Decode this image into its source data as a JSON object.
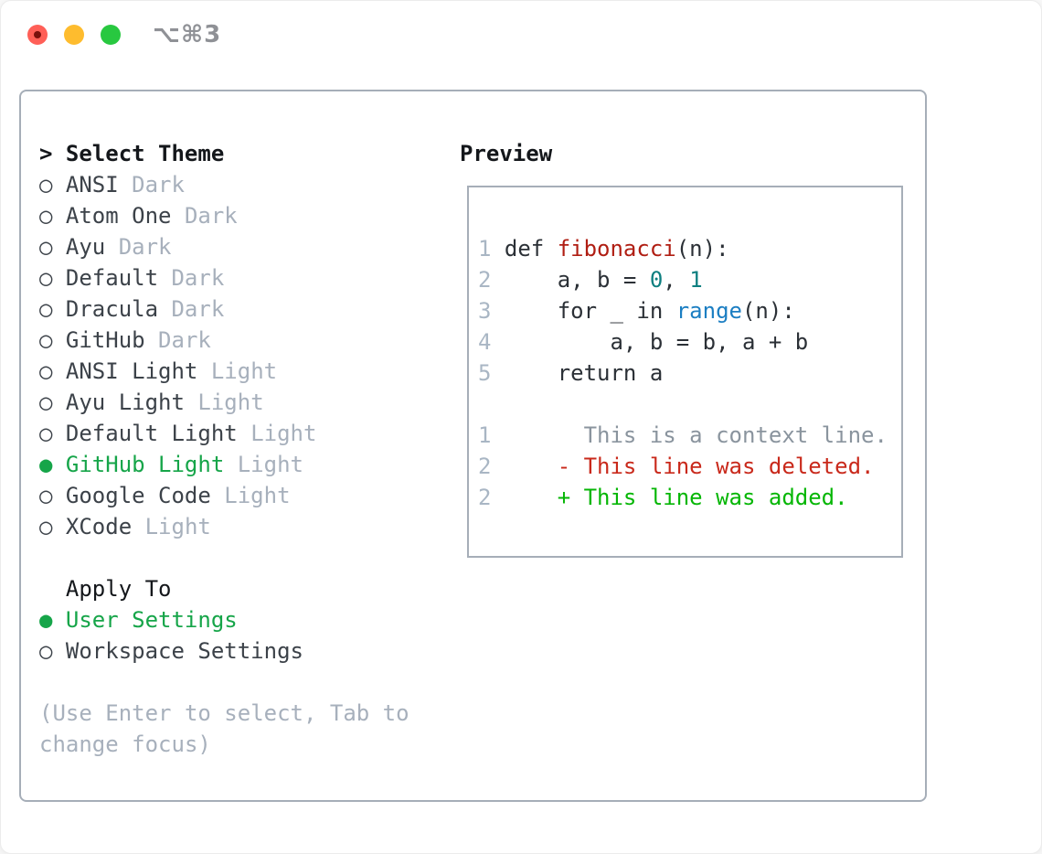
{
  "window": {
    "titlebar": {
      "shortcut": "⌥⌘3"
    }
  },
  "theme_picker": {
    "prompt_marker": ">",
    "title": "Select Theme",
    "radio_unselected": "○",
    "radio_selected": "●",
    "themes": [
      {
        "name": "ANSI",
        "variant": "Dark",
        "selected": false
      },
      {
        "name": "Atom One",
        "variant": "Dark",
        "selected": false
      },
      {
        "name": "Ayu",
        "variant": "Dark",
        "selected": false
      },
      {
        "name": "Default",
        "variant": "Dark",
        "selected": false
      },
      {
        "name": "Dracula",
        "variant": "Dark",
        "selected": false
      },
      {
        "name": "GitHub",
        "variant": "Dark",
        "selected": false
      },
      {
        "name": "ANSI Light",
        "variant": "Light",
        "selected": false
      },
      {
        "name": "Ayu Light",
        "variant": "Light",
        "selected": false
      },
      {
        "name": "Default Light",
        "variant": "Light",
        "selected": false
      },
      {
        "name": "GitHub Light",
        "variant": "Light",
        "selected": true
      },
      {
        "name": "Google Code",
        "variant": "Light",
        "selected": false
      },
      {
        "name": "XCode",
        "variant": "Light",
        "selected": false
      }
    ]
  },
  "apply_to": {
    "title": "Apply To",
    "options": [
      {
        "label": "User Settings",
        "selected": true
      },
      {
        "label": "Workspace Settings",
        "selected": false
      }
    ]
  },
  "hint_lines": {
    "line1": "(Use Enter to select, Tab to",
    "line2": "change focus)"
  },
  "preview": {
    "title": "Preview",
    "lines": [
      {
        "num": "1",
        "kind": "code",
        "segments": [
          {
            "t": "def ",
            "c": "code"
          },
          {
            "t": "fibonacci",
            "c": "red"
          },
          {
            "t": "(n):",
            "c": "code"
          }
        ]
      },
      {
        "num": "2",
        "kind": "code",
        "segments": [
          {
            "t": "    a, b = ",
            "c": "code"
          },
          {
            "t": "0",
            "c": "teal"
          },
          {
            "t": ", ",
            "c": "code"
          },
          {
            "t": "1",
            "c": "teal"
          }
        ]
      },
      {
        "num": "3",
        "kind": "code",
        "segments": [
          {
            "t": "    for _ in ",
            "c": "code"
          },
          {
            "t": "range",
            "c": "blue"
          },
          {
            "t": "(n):",
            "c": "code"
          }
        ]
      },
      {
        "num": "4",
        "kind": "code",
        "segments": [
          {
            "t": "        a, b = b, a + b",
            "c": "code"
          }
        ]
      },
      {
        "num": "5",
        "kind": "code",
        "segments": [
          {
            "t": "    return a",
            "c": "code"
          }
        ]
      },
      {
        "num": "",
        "kind": "blank",
        "segments": []
      },
      {
        "num": "1",
        "kind": "context",
        "segments": [
          {
            "t": "      This is a context line.",
            "c": "context"
          }
        ]
      },
      {
        "num": "2",
        "kind": "deleted",
        "segments": [
          {
            "t": "    - This line was deleted.",
            "c": "deleted"
          }
        ]
      },
      {
        "num": "2",
        "kind": "added",
        "segments": [
          {
            "t": "    + This line was added.",
            "c": "added"
          }
        ]
      }
    ]
  },
  "colors": {
    "accent_green": "#16a549",
    "diff_green": "#05b605",
    "diff_red": "#c9291b",
    "code_red": "#b01e13",
    "code_teal": "#0e7f80",
    "code_blue": "#1b7ec2",
    "text_dark": "#14171b",
    "item_text": "#3c4249",
    "muted": "#a7b0bc",
    "line_number": "#a9b6c4",
    "context_text": "#8a949e",
    "code_text": "#2b3036",
    "panel_border": "#a6aeb8",
    "traffic_red": "#ff5f57",
    "traffic_red_dot": "#7a100c",
    "traffic_yellow": "#febc2e",
    "traffic_green": "#28c840",
    "titlebar_text": "#8f9196"
  }
}
